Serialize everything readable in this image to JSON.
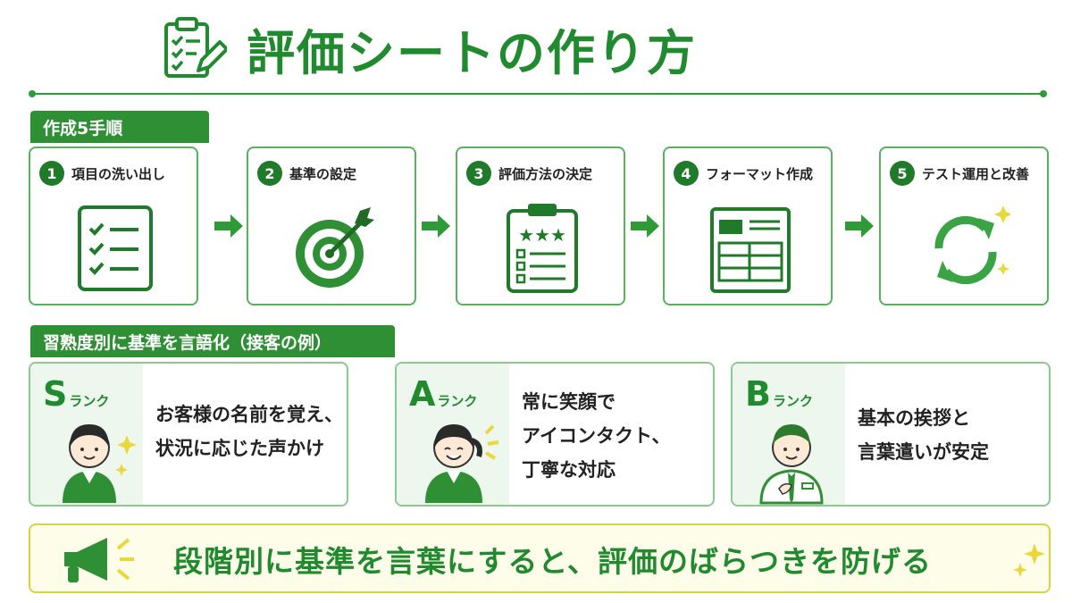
{
  "title": "評価シートの作り方",
  "steps_section": {
    "label": "作成5手順",
    "steps": [
      {
        "num": "1",
        "title": "項目の洗い出し",
        "icon": "checklist-icon"
      },
      {
        "num": "2",
        "title": "基準の設定",
        "icon": "target-icon"
      },
      {
        "num": "3",
        "title": "評価方法の決定",
        "icon": "clipboard-stars-icon"
      },
      {
        "num": "4",
        "title": "フォーマット作成",
        "icon": "form-layout-icon"
      },
      {
        "num": "5",
        "title": "テスト運用と改善",
        "icon": "refresh-cycle-icon"
      }
    ]
  },
  "levels_section": {
    "label": "習熟度別に基準を言語化（接客の例）",
    "levels": [
      {
        "letter": "S",
        "word": "ランク",
        "lines": [
          "お客様の名前を覚え、",
          "状況に応じた声かけ"
        ]
      },
      {
        "letter": "A",
        "word": "ランク",
        "lines": [
          "常に笑顔で",
          "アイコンタクト、",
          "丁寧な対応"
        ]
      },
      {
        "letter": "B",
        "word": "ランク",
        "lines": [
          "基本の挨拶と",
          "言葉遣いが安定"
        ]
      }
    ]
  },
  "banner": {
    "text": "段階別に基準を言葉にすると、評価のばらつきを防げる",
    "icon": "megaphone-icon"
  },
  "colors": {
    "primary": "#1f8a2e",
    "accent": "#e8d83a",
    "panel": "#eef7ee"
  }
}
